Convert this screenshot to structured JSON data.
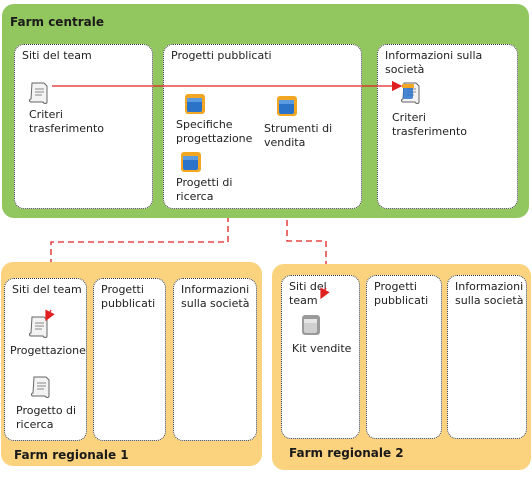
{
  "central": {
    "title": "Farm centrale",
    "sites": {
      "team": {
        "label": "Siti del team",
        "item": "Criteri trasferimento",
        "item_icon": "document-icon"
      },
      "projects": {
        "label": "Progetti pubblicati",
        "items": [
          {
            "label": "Specifiche progettazione",
            "icon": "folder-icon"
          },
          {
            "label": "Strumenti di vendita",
            "icon": "folder-icon"
          },
          {
            "label": "Progetti di ricerca",
            "icon": "folder-icon"
          }
        ]
      },
      "company": {
        "label": "Informazioni sulla società",
        "item": "Criteri trasferimento",
        "item_icon": "document-icon"
      }
    }
  },
  "regional1": {
    "title": "Farm regionale 1",
    "sites": {
      "team": {
        "label": "Siti del team",
        "items": [
          "Progettazione",
          "Progetto di ricerca"
        ]
      },
      "projects": {
        "label": "Progetti pubblicati"
      },
      "company": {
        "label": "Informazioni sulla società"
      }
    }
  },
  "regional2": {
    "title": "Farm regionale 2",
    "sites": {
      "team": {
        "label": "Siti del team",
        "item": "Kit vendite"
      },
      "projects": {
        "label": "Progetti pubblicati"
      },
      "company": {
        "label": "Informazioni sulla società"
      }
    }
  },
  "colors": {
    "central_farm": "#92c760",
    "regional_farm": "#fbd27d",
    "connector": "#e02020",
    "folder": "#2a73c9"
  }
}
